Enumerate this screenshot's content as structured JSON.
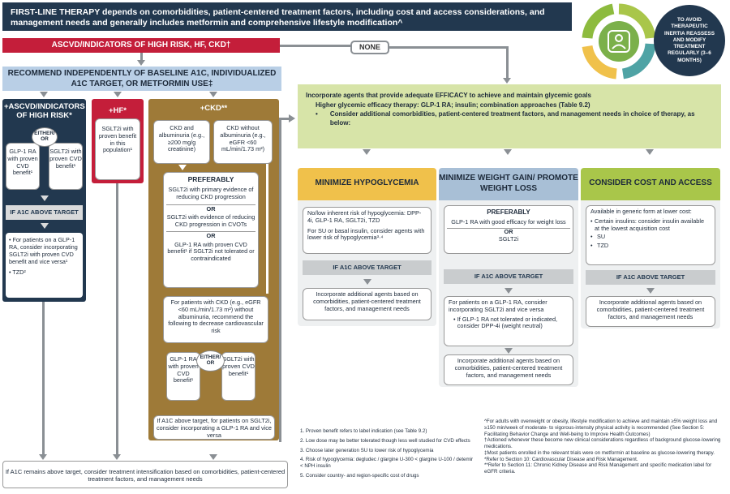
{
  "banner": "FIRST-LINE THERAPY depends on comorbidities, patient-centered treatment factors, including cost and access considerations, and management needs and generally includes metformin and comprehensive lifestyle modification^",
  "cycle_text": "TO AVOID THERAPEUTIC INERTIA REASSESS AND MODIFY TREATMENT REGULARLY (3–6 MONTHS)",
  "ascvd_bar": "ASCVD/INDICATORS OF HIGH RISK, HF, CKD†",
  "none_label": "NONE",
  "recommend": "RECOMMEND INDEPENDENTLY OF BASELINE A1C, INDIVIDUALIZED A1C TARGET, OR METFORMIN USE‡",
  "ascvd": {
    "title": "+ASCVD/INDICATORS OF HIGH RISK*",
    "either": "EITHER/ OR",
    "glp1": "GLP-1 RA with proven CVD benefit¹",
    "sglt2": "SGLT2i with proven CVD benefit¹",
    "if_above": "IF A1C ABOVE TARGET",
    "bullet1": "For patients on a GLP-1 RA, consider incorporating SGLT2i with proven CVD benefit and vice versa¹",
    "bullet2": "TZD²"
  },
  "hf": {
    "title": "+HF*",
    "body": "SGLT2i with proven benefit in this population¹"
  },
  "ckd": {
    "title": "+CKD**",
    "alb": "CKD and albuminuria (e.g., ≥200 mg/g creatinine)",
    "noalb": "CKD without albuminuria (e.g., eGFR <60 mL/min/1.73 m²)",
    "preferably": "PREFERABLY",
    "p1": "SGLT2i with primary evidence of reducing CKD progression",
    "or1": "OR",
    "p2": "SGLT2i with evidence of reducing CKD progression in CVOTs",
    "or2": "OR",
    "p3": "GLP-1 RA with proven CVD benefit¹ if SGLT2i not tolerated or contraindicated",
    "note": "For patients with CKD (e.g., eGFR <60 mL/min/1.73 m²) without albuminuria, recommend the following to decrease cardiovascular risk",
    "glp1": "GLP-1 RA with proven CVD benefit¹",
    "either": "EITHER/ OR",
    "sglt2": "SGLT2i with proven CVD benefit¹",
    "if_above": "If A1C above target, for patients on SGLT2i, consider incorporating a GLP-1 RA and vice versa"
  },
  "bottom": "If A1C remains above target, consider treatment intensification based on comorbidities, patient-centered treatment factors, and management needs",
  "main": {
    "line1": "Incorporate agents that provide adequate EFFICACY to achieve and maintain glycemic goals",
    "line2": "Higher glycemic efficacy therapy: GLP-1 RA; insulin; combination approaches (Table 9.2)",
    "bullet": "Consider additional comorbidities, patient-centered treatment factors, and management needs in choice of therapy, as below:"
  },
  "hypo": {
    "title": "MINIMIZE HYPOGLYCEMIA",
    "t1": "No/low inherent risk of hypoglycemia: DPP-4i, GLP-1 RA, SGLT2i, TZD",
    "t2": "For SU or basal insulin, consider agents with lower risk of hypoglycemia³·⁴",
    "if_above": "IF A1C ABOVE TARGET",
    "final": "Incorporate additional agents based on comorbidities, patient-centered treatment factors, and management needs"
  },
  "weight": {
    "title": "MINIMIZE WEIGHT GAIN/ PROMOTE WEIGHT LOSS",
    "preferably": "PREFERABLY",
    "t1": "GLP-1 RA with good efficacy for weight loss",
    "or": "OR",
    "t2": "SGLT2i",
    "if_above": "IF A1C ABOVE TARGET",
    "t3": "For patients on a GLP-1 RA, consider incorporating SGLT2i and vice versa",
    "t4": "If GLP-1 RA not tolerated or indicated, consider DPP-4i (weight neutral)",
    "final": "Incorporate additional agents based on comorbidities, patient-centered treatment factors, and management needs"
  },
  "cost": {
    "title": "CONSIDER COST AND ACCESS",
    "intro": "Available in generic form at lower cost:",
    "b1": "Certain insulins: consider insulin available at the lowest acquisition cost",
    "b2": "SU",
    "b3": "TZD",
    "if_above": "IF A1C ABOVE TARGET",
    "final": "Incorporate additional agents based on comorbidities, patient-centered treatment factors, and management needs"
  },
  "footnotes_left": [
    "1. Proven benefit refers to label indication (see Table 9.2)",
    "2. Low dose may be better tolerated though less well studied for CVD effects",
    "3. Choose later generation SU to lower risk of hypoglycemia",
    "4. Risk of hypoglycemia: degludec / glargine U-300 < glargine U-100 / detemir < NPH insulin",
    "5. Consider country- and region-specific cost of drugs"
  ],
  "footnotes_right": [
    "^For adults with overweight or obesity, lifestyle modification to achieve and maintain ≥5% weight loss and ≥150 min/week of moderate- to vigorous-intensity physical activity is recommended (See Section 5: Facilitating Behavior Change and Well-being to Improve Health Outcomes)",
    "†Actioned whenever these become new clinical considerations regardless of background glucose-lowering medications.",
    "‡Most patients enrolled in the relevant trials were on metformin at baseline as glucose-lowering therapy.",
    "*Refer to Section 10: Cardiovascular Disease and Risk Management.",
    "**Refer to Section 11: Chronic Kidney Disease and Risk Management and specific medication label for eGFR criteria."
  ],
  "colors": {
    "navy": "#22384f",
    "red": "#c41e3a",
    "gold": "#9e7a38",
    "green": "#d7e4a8",
    "blue": "#b9cfe6",
    "orange": "#f0c14b",
    "steel": "#a8bfd6",
    "lime": "#a9c64a"
  }
}
